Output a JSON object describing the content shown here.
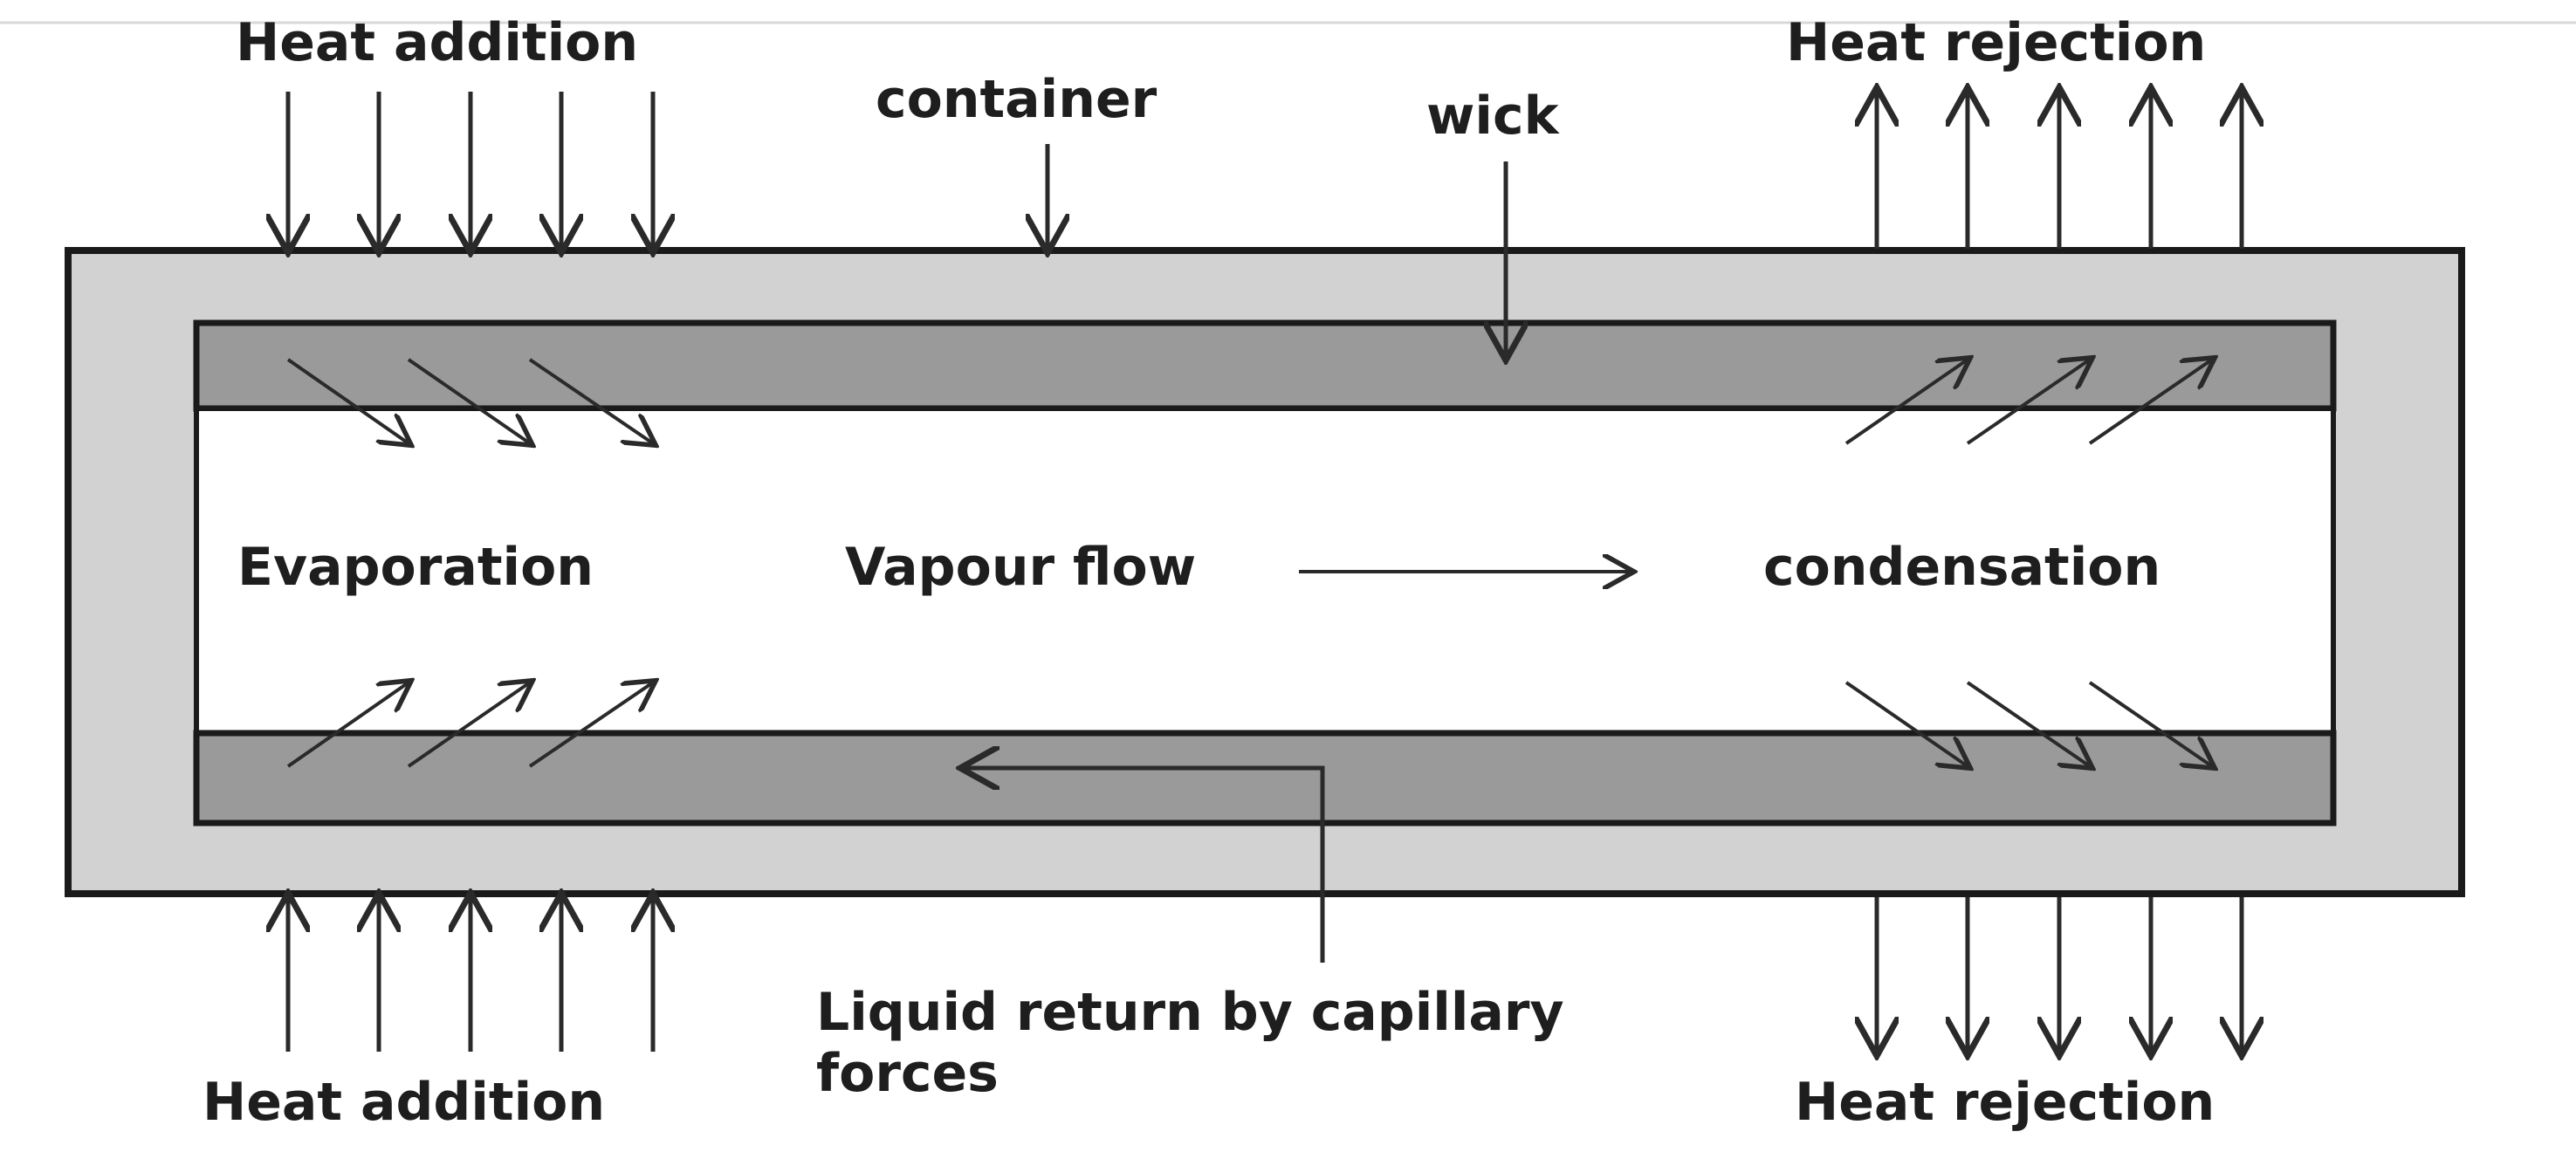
{
  "labels": {
    "heat_addition_top": "Heat addition",
    "heat_addition_bottom": "Heat addition",
    "heat_rejection_top": "Heat rejection",
    "heat_rejection_bottom": "Heat rejection",
    "container": "container",
    "wick": "wick",
    "evaporation": "Evaporation",
    "vapour_flow": "Vapour flow",
    "condensation": "condensation",
    "liquid_return_line1": "Liquid return by capillary",
    "liquid_return_line2": "forces"
  },
  "colors": {
    "container_fill": "#d2d2d2",
    "wick_fill": "#9a9a9a",
    "core_fill": "#ffffff",
    "outline": "#1a1a1a",
    "arrow": "#2a2a2a",
    "text": "#1e1e1e"
  }
}
